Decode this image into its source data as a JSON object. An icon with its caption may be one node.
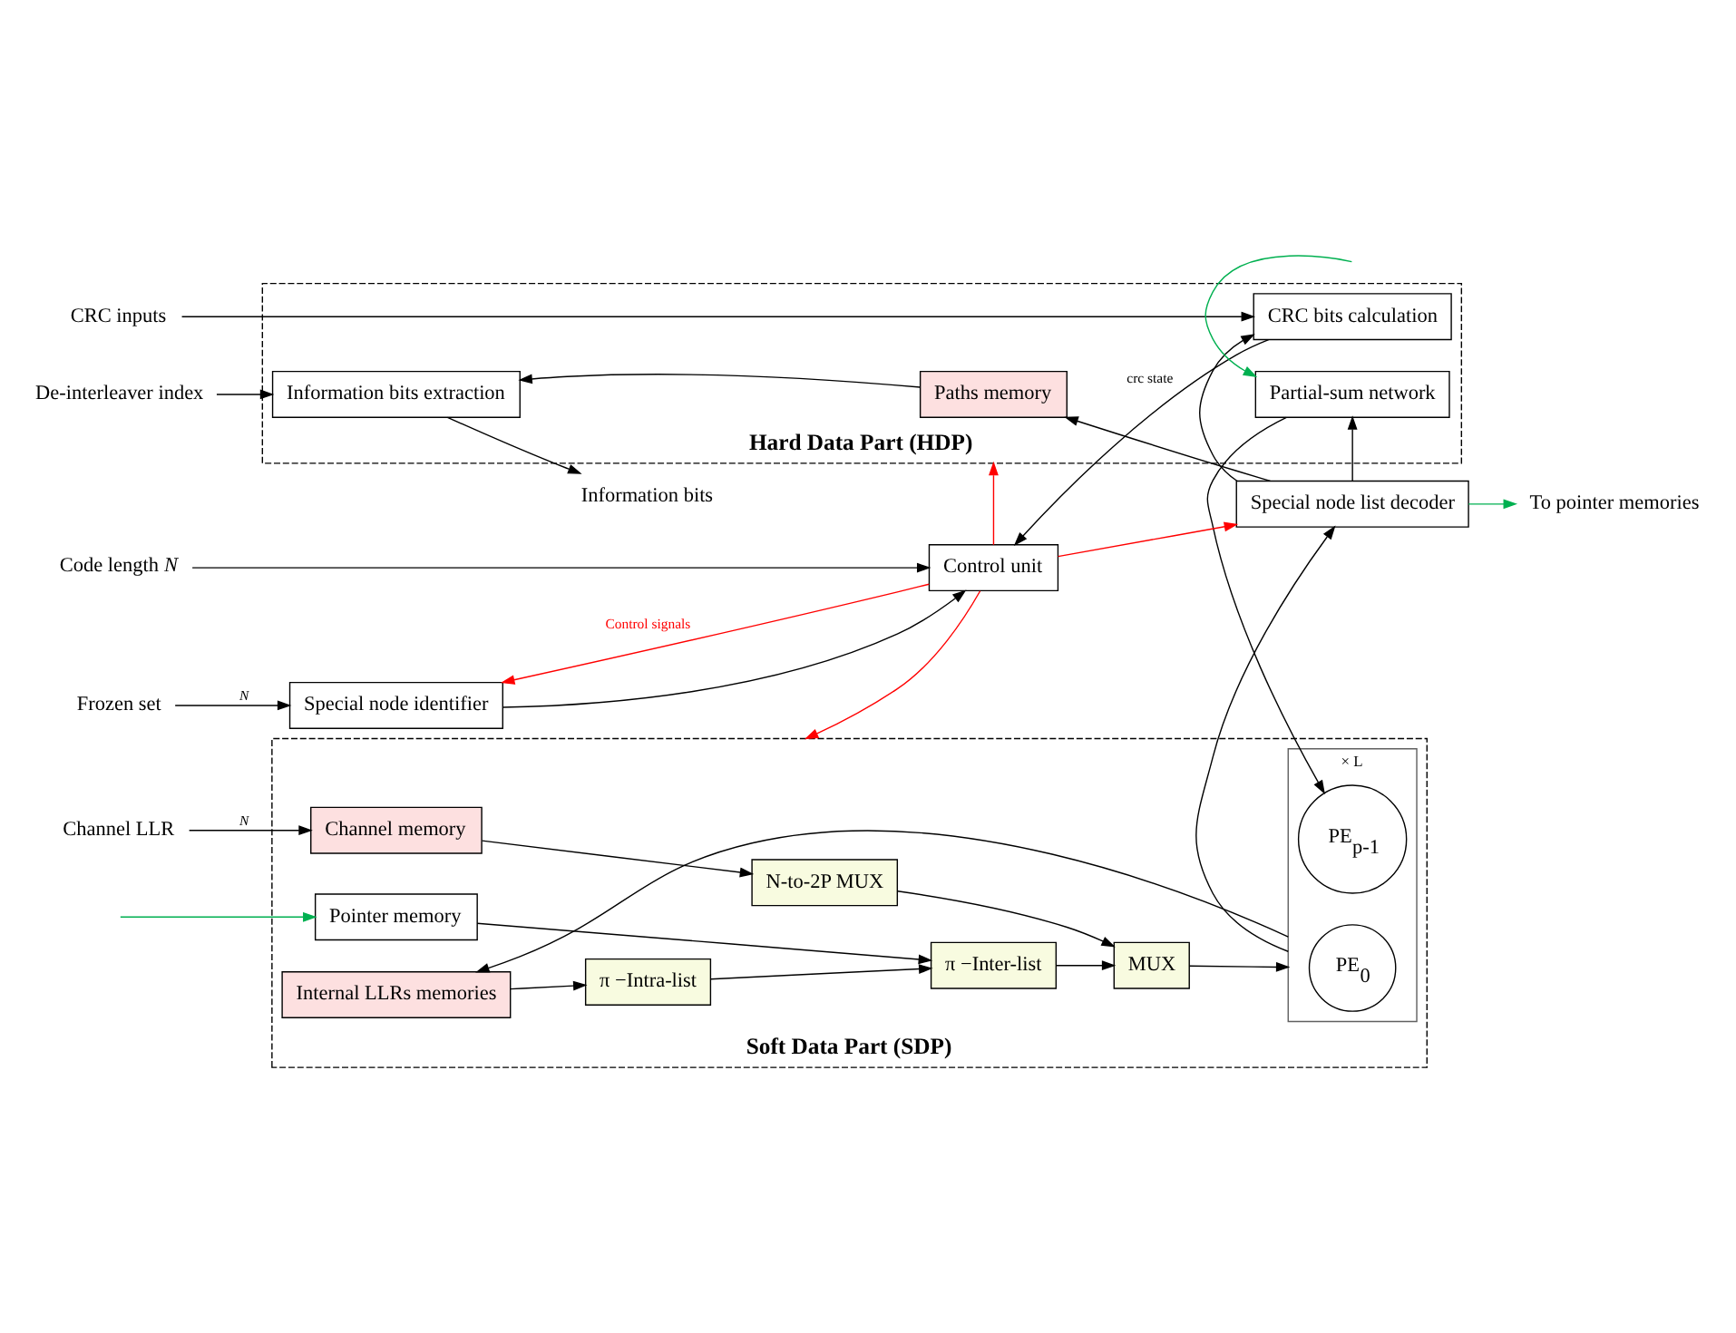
{
  "diagram": {
    "nodes": [
      {
        "text": [
          "Soft Data Part (SDP)"
        ]
      },
      {
        "text": [
          "Internal LLRs memories"
        ],
        "in": 0
      },
      {
        "text": [
          "π −Intra-list"
        ],
        "in": 0
      },
      {
        "text": [
          "π −Inter-list"
        ],
        "in": 0
      },
      {
        "text": [
          "Pointer memory"
        ],
        "in": 0
      },
      {
        "text": [
          "MUX"
        ],
        "in": 0
      },
      {
        "text": [],
        "shape": "box",
        "beside": [
          "× L"
        ],
        "in": 0
      },
      {
        "text": [
          "PE$_{0}$"
        ],
        "in": 6
      },
      {
        "text": [
          "PE$_{p-1}$"
        ],
        "in": 6
      },
      {
        "text": [
          "Channel memory"
        ],
        "in": 0
      },
      {
        "text": [
          "N-to-2P MUX"
        ],
        "in": 0
      },
      {
        "text": [
          "Hard Data Part (HDP)"
        ]
      },
      {
        "text": [
          "Information bits extraction"
        ],
        "in": 11
      },
      {
        "text": [
          "Paths memory"
        ],
        "in": 11
      },
      {
        "text": [
          "CRC bits calculation"
        ],
        "in": 11
      },
      {
        "text": [
          "Partial-sum network"
        ],
        "in": 11
      },
      {
        "text": [
          "Special node identifier"
        ]
      },
      {
        "text": [
          "Control unit"
        ]
      },
      {
        "text": [
          "Special node list decoder"
        ]
      },
      {
        "text": [
          "Channel LLR"
        ]
      },
      {
        "text": [
          "Code length *N*"
        ]
      },
      {
        "text": [
          "Frozen set"
        ]
      },
      {
        "text": [
          "De-interleaver index"
        ]
      },
      {
        "text": [
          "Information bits"
        ]
      },
      {
        "text": [
          "CRC inputs"
        ]
      },
      {
        "text": [
          "To pointer memories"
        ]
      }
    ],
    "edges": [
      {
        "from": 19,
        "to": 9,
        "arrow": "to",
        "label": "*N*"
      },
      {
        "from": 1,
        "to": 2,
        "arrow": "to"
      },
      {
        "from": 2,
        "to": 3,
        "arrow": "to"
      },
      {
        "from": 4,
        "to": 3,
        "arrow": "to"
      },
      {
        "from": 3,
        "to": 5,
        "arrow": "to"
      },
      {
        "from": 9,
        "to": 10,
        "arrow": "to"
      },
      {
        "from": 10,
        "to": 5,
        "arrow": "to"
      },
      {
        "from": 5,
        "to": 6,
        "arrow": "to"
      },
      {
        "from": 6,
        "to": 1,
        "arrow": "to"
      },
      {
        "from": 6,
        "to": 18,
        "arrow": "to"
      },
      {
        "from": 15,
        "to": 8,
        "arrow": "to"
      },
      {
        "from": null,
        "to": 4,
        "arrow": "to",
        "color": "#00b050"
      },
      {
        "from": 20,
        "to": 17,
        "arrow": "to"
      },
      {
        "from": 21,
        "to": 16,
        "arrow": "to",
        "label": "*N*"
      },
      {
        "from": 17,
        "to": 16,
        "arrow": "to",
        "label": "Control signals",
        "color": "#ff0000"
      },
      {
        "from": 16,
        "to": 17,
        "arrow": "to"
      },
      {
        "from": 17,
        "to": 0,
        "arrow": "to",
        "color": "#ff0000"
      },
      {
        "from": 17,
        "to": 18,
        "arrow": "to",
        "color": "#ff0000"
      },
      {
        "from": 17,
        "to": 11,
        "arrow": "to",
        "color": "#ff0000"
      },
      {
        "from": 18,
        "to": 25,
        "arrow": "to",
        "color": "#00b050"
      },
      {
        "from": 18,
        "to": 13,
        "arrow": "to"
      },
      {
        "from": 18,
        "to": 14,
        "arrow": "to"
      },
      {
        "from": 14,
        "to": 17,
        "arrow": "to",
        "label": "crc state"
      },
      {
        "from": 18,
        "to": 15,
        "arrow": "to"
      },
      {
        "from": null,
        "to": 15,
        "arrow": "to",
        "color": "#00b050"
      },
      {
        "from": 13,
        "to": 12,
        "arrow": "to"
      },
      {
        "from": 12,
        "to": 23,
        "arrow": "to"
      },
      {
        "from": 22,
        "to": 12,
        "arrow": "to"
      },
      {
        "from": 24,
        "to": 14,
        "arrow": "to"
      }
    ]
  }
}
